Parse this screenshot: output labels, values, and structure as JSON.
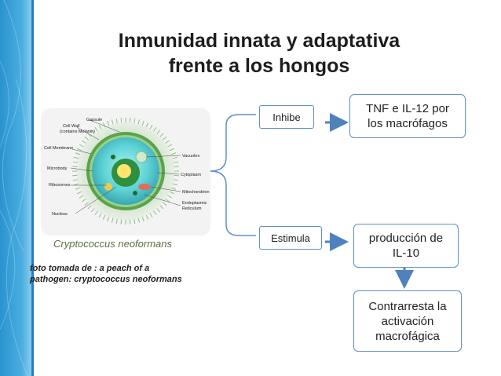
{
  "slide": {
    "title_line1": "Inmunidad innata y adaptativa",
    "title_line2": "frente a los hongos"
  },
  "figure": {
    "organism_label": "Cryptococcus  neoformans",
    "credit_line1": "foto tomada de : a peach of a",
    "credit_line2": "pathogen: cryptococcus neoformans",
    "labels": {
      "capsule": "Capsule",
      "cell_wall": "Cell Wall",
      "melanin": "(contains Melanin)",
      "cell_membrane": "Cell Membrane",
      "microbody": "Microbody",
      "ribosomes": "Ribosomes",
      "nucleus": "Nucleus",
      "vacuoles": "Vacuoles",
      "cytoplasm": "Cytoplasm",
      "mitochondrion": "Mitochondrion",
      "er1": "Endoplasmic",
      "er2": "Reticulum"
    }
  },
  "diagram": {
    "inhibe": "Inhibe",
    "tnf_line1": "TNF e IL-12 por",
    "tnf_line2": "los macrófagos",
    "estimula": "Estimula",
    "prod_line1": "producción de",
    "prod_line2": "IL-10",
    "contra_line1": "Contrarresta la",
    "contra_line2": "activación",
    "contra_line3": "macrofágica"
  },
  "colors": {
    "sidebar": "#3aa3d9",
    "box_border": "#5d8fc9",
    "arrow": "#4f81bd",
    "organism_label": "#5b6f3f"
  }
}
